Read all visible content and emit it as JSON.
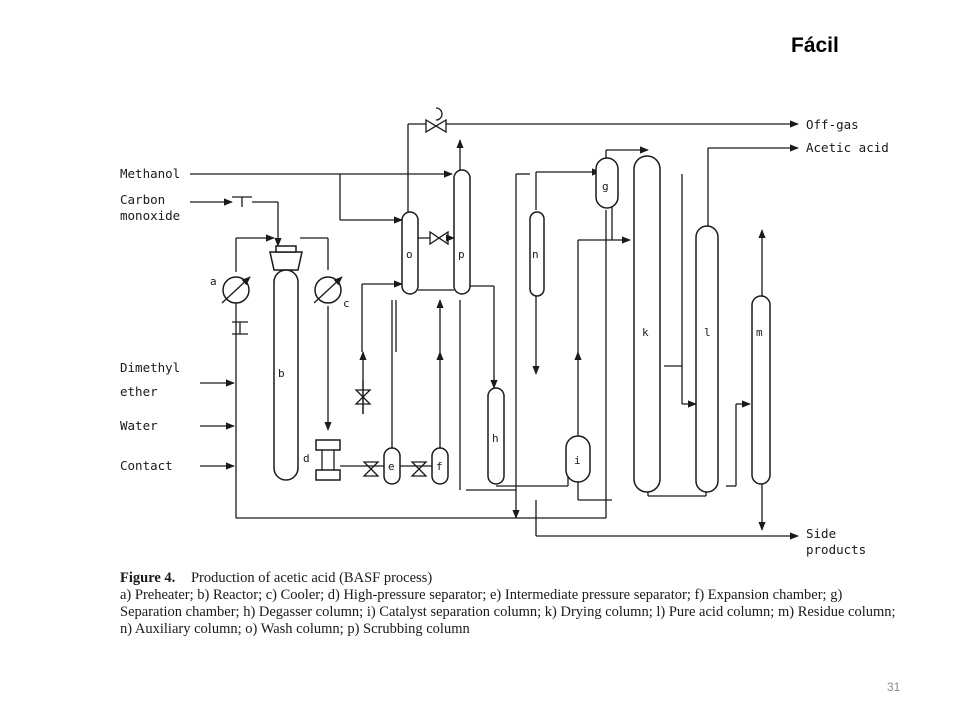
{
  "slide": {
    "badge": "Fácil",
    "page_number": "31"
  },
  "inputs": {
    "methanol": "Methanol",
    "carbon_monoxide": [
      "Carbon",
      "monoxide"
    ],
    "dimethyl_ether": [
      "Dimethyl",
      "ether"
    ],
    "water": "Water",
    "contact": "Contact"
  },
  "outputs": {
    "off_gas": "Off-gas",
    "acetic_acid": "Acetic acid",
    "side_products": [
      "Side",
      "products"
    ]
  },
  "equipment": {
    "a": "a",
    "b": "b",
    "c": "c",
    "d": "d",
    "e": "e",
    "f": "f",
    "g": "g",
    "h": "h",
    "i": "i",
    "k": "k",
    "l": "l",
    "m": "m",
    "n": "n",
    "o": "o",
    "p": "p"
  },
  "caption": {
    "figure": "Figure 4.",
    "title": "Production of acetic acid (BASF process)",
    "legend": "a) Preheater; b) Reactor; c) Cooler; d) High-pressure separator; e) Intermediate pressure separator; f) Expansion chamber; g) Separation chamber; h) Degasser column; i) Catalyst separation column; k) Drying column; l) Pure acid column; m) Residue column; n) Auxiliary column; o) Wash column; p) Scrubbing column"
  }
}
